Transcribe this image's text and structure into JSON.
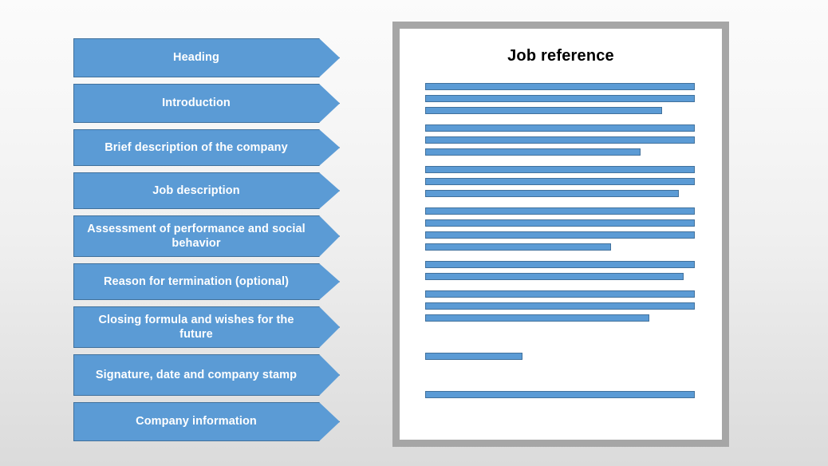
{
  "background": {
    "top_color": "#FBFBFB",
    "bottom_color": "#DBDBDB"
  },
  "theme": {
    "accent": "#5B9BD5",
    "accent_border": "#41719C",
    "frame": "#A6A6A6",
    "title_color": "#000000",
    "label_color": "#FFFFFF"
  },
  "chevron_list": {
    "items": [
      {
        "label": "Heading"
      },
      {
        "label": "Introduction"
      },
      {
        "label": "Brief description of the company"
      },
      {
        "label": "Job description"
      },
      {
        "label": "Assessment of performance and social behavior"
      },
      {
        "label": "Reason for termination (optional)"
      },
      {
        "label": "Closing formula and wishes for the future"
      },
      {
        "label": "Signature, date and company stamp"
      },
      {
        "label": "Company information"
      }
    ]
  },
  "document": {
    "title": "Job reference",
    "line_groups": [
      {
        "name": "heading-lines",
        "widths": [
          100,
          100,
          88
        ]
      },
      {
        "name": "introduction-lines",
        "widths": [
          100,
          100,
          80
        ]
      },
      {
        "name": "company-description-lines",
        "widths": [
          100,
          100,
          94
        ]
      },
      {
        "name": "job-description-lines",
        "widths": [
          100,
          100,
          100,
          69
        ]
      },
      {
        "name": "assessment-lines",
        "widths": [
          100,
          96
        ]
      },
      {
        "name": "termination-lines",
        "widths": [
          100,
          100,
          83
        ]
      },
      {
        "name": "signature-lines",
        "widths": [
          36
        ]
      },
      {
        "name": "company-information-lines",
        "widths": [
          100
        ]
      }
    ]
  }
}
